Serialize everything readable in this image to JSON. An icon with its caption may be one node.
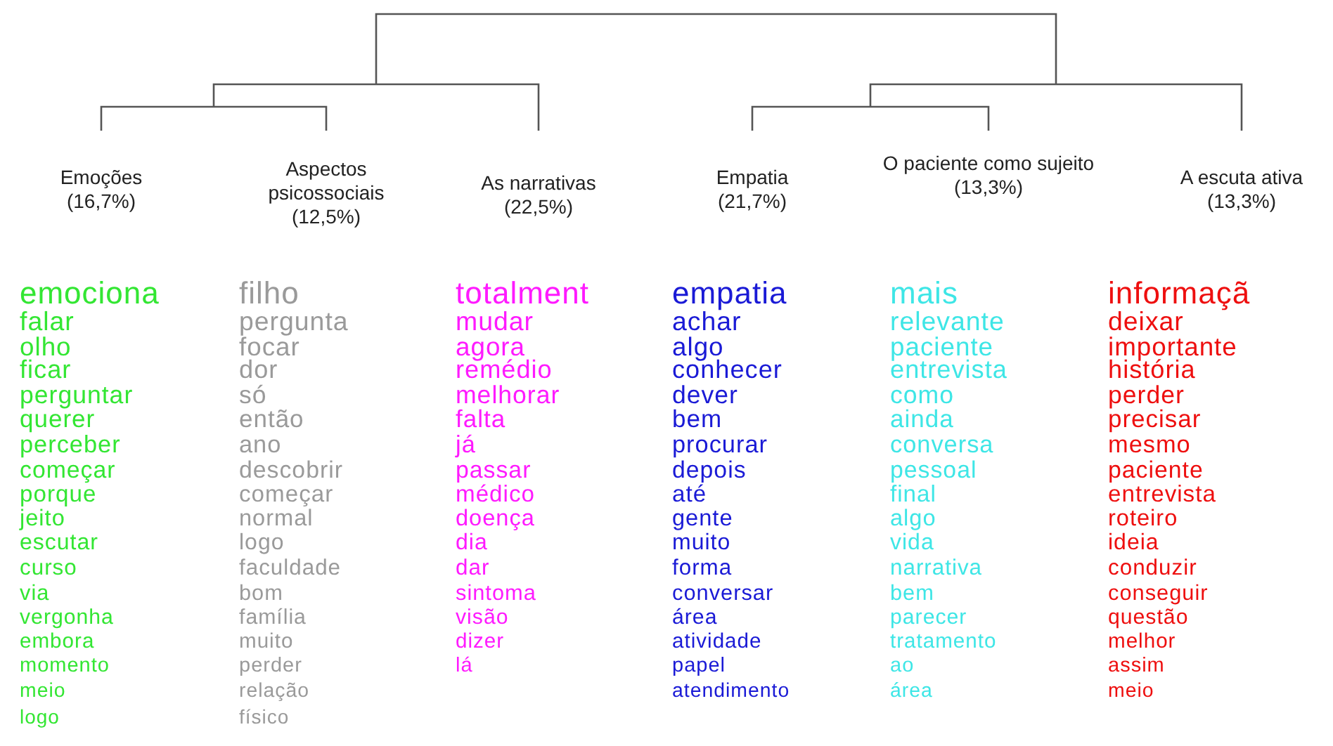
{
  "diagram": {
    "nodes": [
      {
        "text": [
          "Emoções",
          "(16,7%)"
        ],
        "beside": [
          "emociona",
          "falar",
          "olho",
          "ficar",
          "perguntar",
          "querer",
          "perceber",
          "começar",
          "porque",
          "jeito",
          "escutar",
          "curso",
          "via",
          "vergonha",
          "embora",
          "momento",
          "meio",
          "logo"
        ]
      },
      {
        "text": [
          "Aspectos psicossociais",
          "(12,5%)"
        ],
        "beside": [
          "filho",
          "pergunta",
          "focar",
          "dor",
          "só",
          "então",
          "ano",
          "descobrir",
          "começar",
          "normal",
          "logo",
          "faculdade",
          "bom",
          "família",
          "muito",
          "perder",
          "relação",
          "físico"
        ]
      },
      {
        "text": [
          "As narrativas",
          "(22,5%)"
        ],
        "beside": [
          "totalment",
          "mudar",
          "agora",
          "remédio",
          "melhorar",
          "falta",
          "já",
          "passar",
          "médico",
          "doença",
          "dia",
          "dar",
          "sintoma",
          "visão",
          "dizer",
          "lá"
        ]
      },
      {
        "text": [
          "Empatia",
          "(21,7%)"
        ],
        "beside": [
          "empatia",
          "achar",
          "algo",
          "conhecer",
          "dever",
          "bem",
          "procurar",
          "depois",
          "até",
          "gente",
          "muito",
          "forma",
          "conversar",
          "área",
          "atividade",
          "papel",
          "atendimento"
        ]
      },
      {
        "text": [
          "O paciente como sujeito",
          "(13,3%)"
        ],
        "beside": [
          "mais",
          "relevante",
          "paciente",
          "entrevista",
          "como",
          "ainda",
          "conversa",
          "pessoal",
          "final",
          "algo",
          "vida",
          "narrativa",
          "bem",
          "parecer",
          "tratamento",
          "ao",
          "área"
        ]
      },
      {
        "text": [
          "A escuta ativa",
          "(13,3%)"
        ],
        "beside": [
          "informaçã",
          "deixar",
          "importante",
          "história",
          "perder",
          "precisar",
          "mesmo",
          "paciente",
          "entrevista",
          "roteiro",
          "ideia",
          "conduzir",
          "conseguir",
          "questão",
          "melhor",
          "assim",
          "meio"
        ]
      }
    ]
  }
}
